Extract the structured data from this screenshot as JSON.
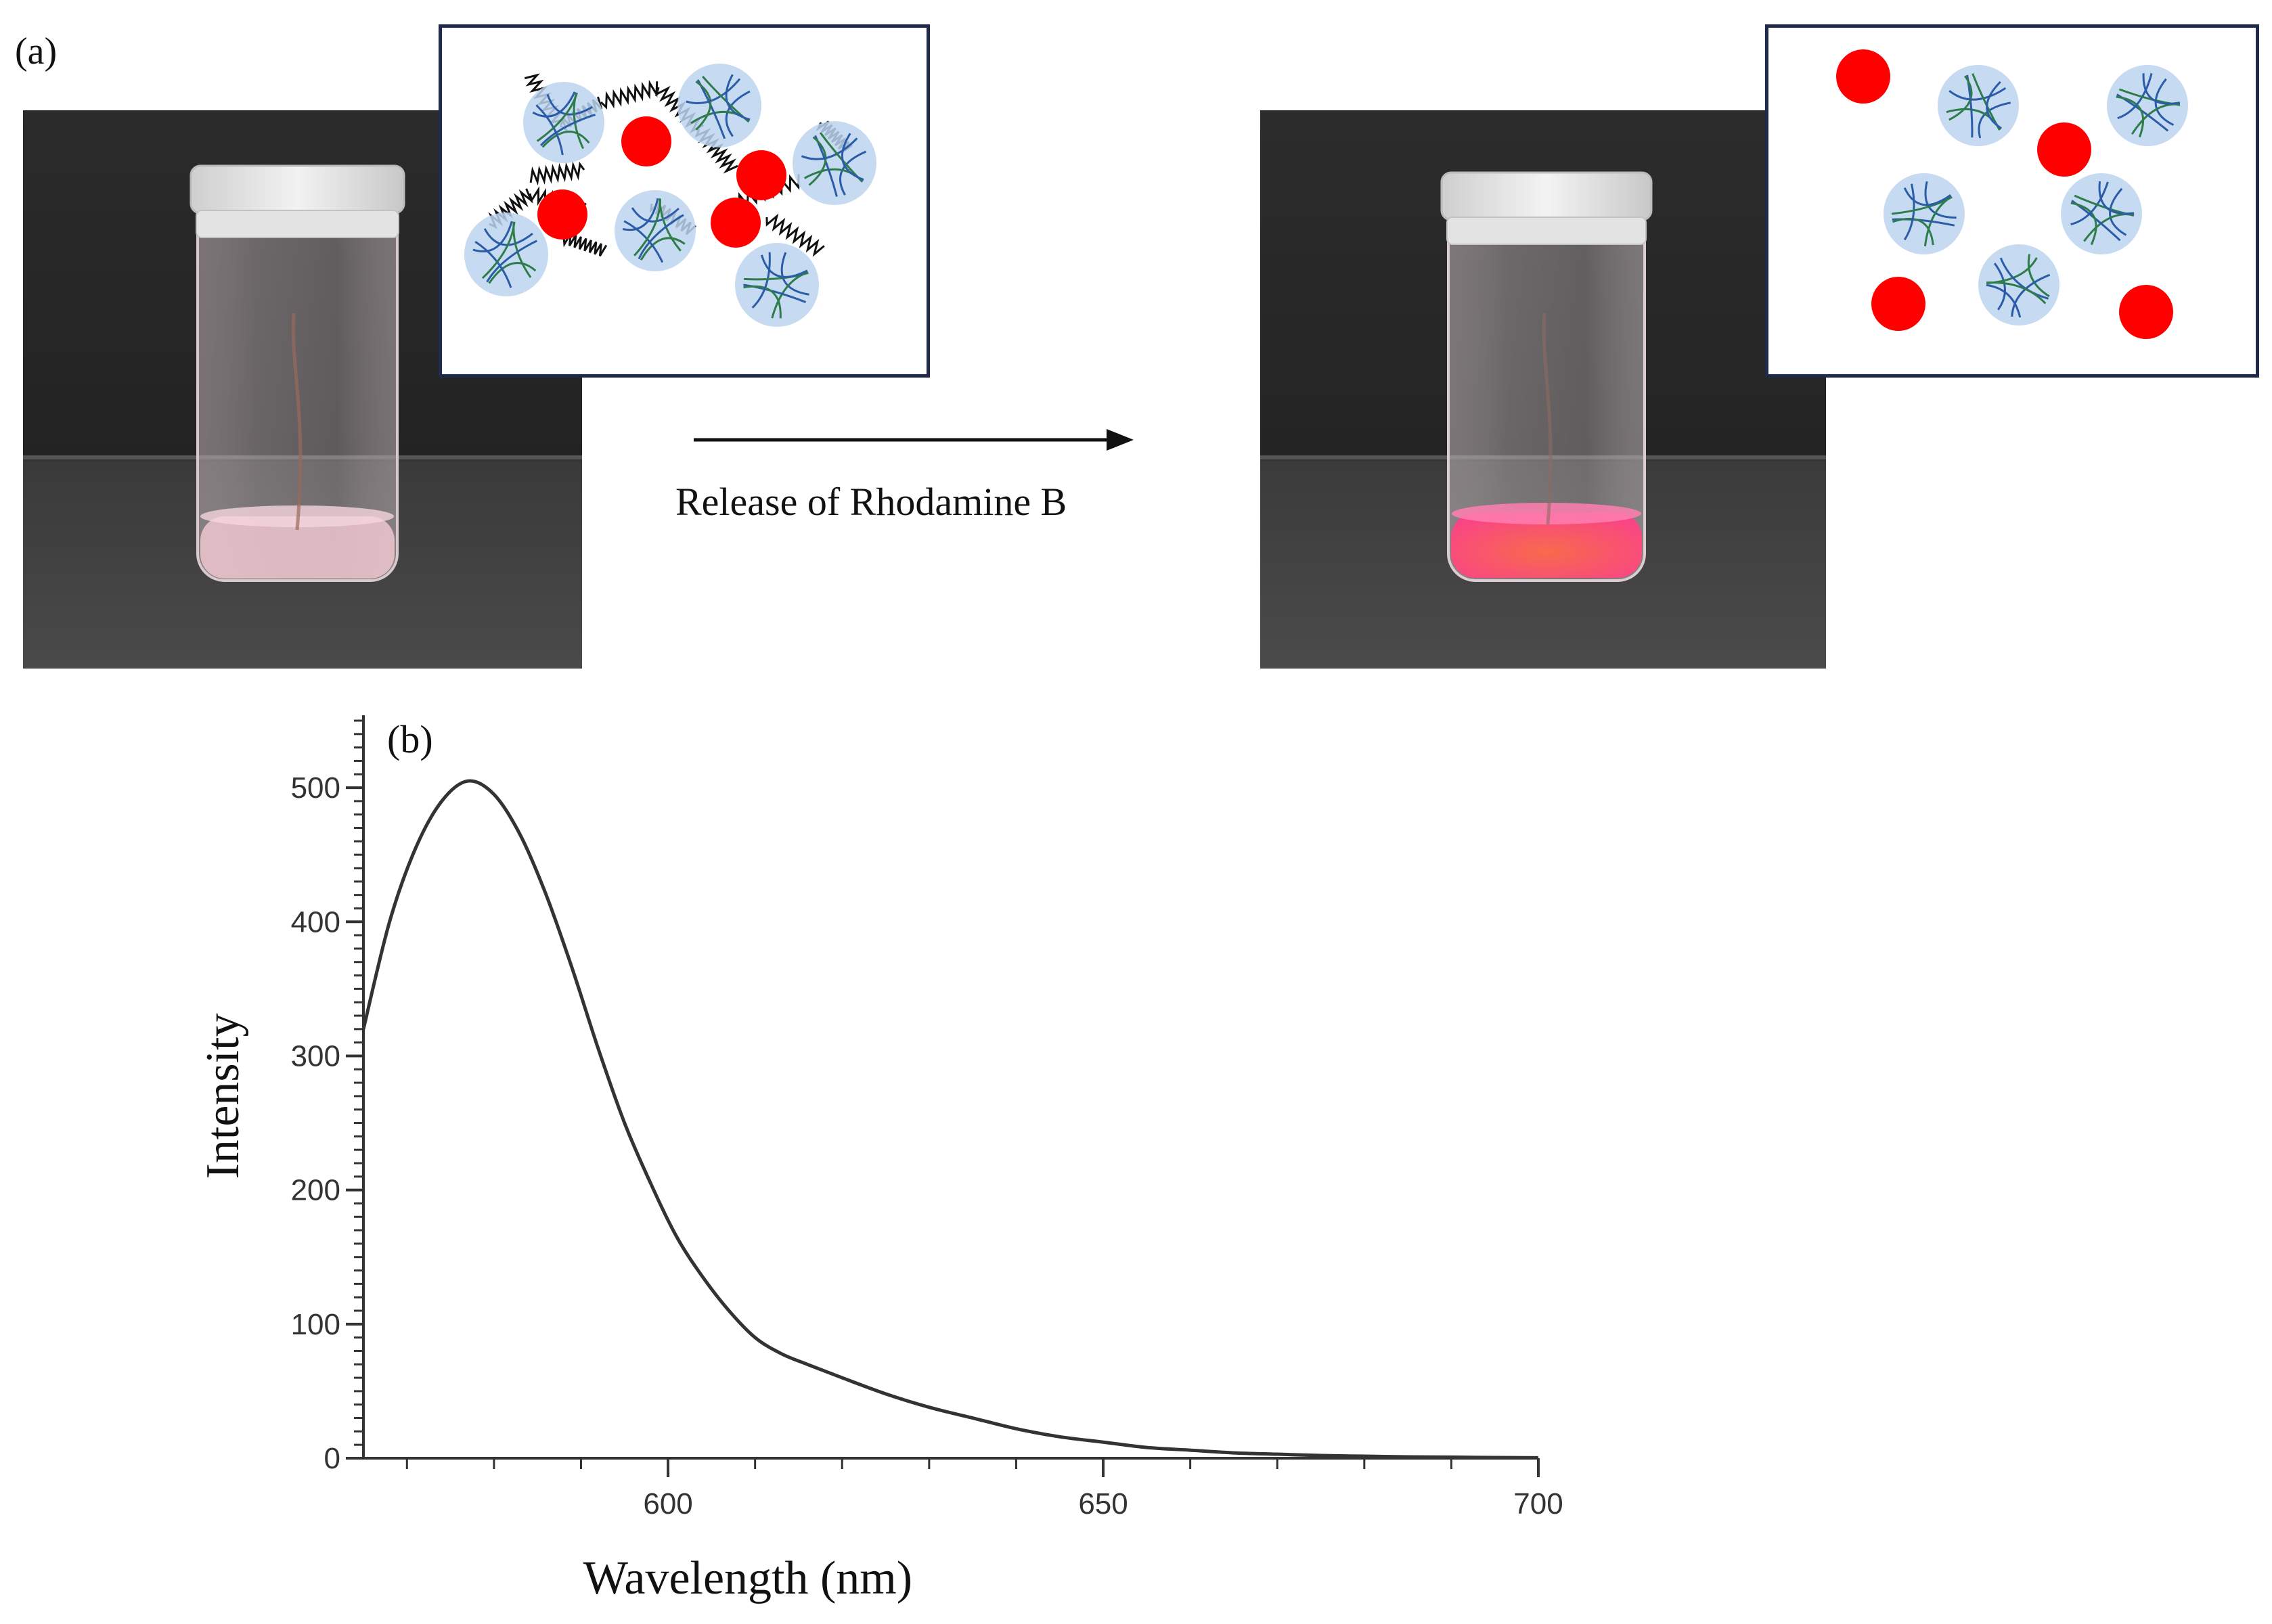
{
  "figure": {
    "panel_a": {
      "label": "(a)",
      "arrow_caption": "Release of Rhodamine B",
      "before_photo": {
        "liquid_color": "#efc7cf",
        "description_icon": "vial-pale-pink"
      },
      "after_photo": {
        "liquid_color": "#ff3d8c",
        "description_icon": "vial-bright-pink"
      },
      "dye_color": "#ff0000",
      "nanogel_color": "#bcd4ee"
    },
    "panel_b": {
      "label": "(b)"
    }
  },
  "chart_data": {
    "type": "line",
    "title": "",
    "xlabel": "Wavelength (nm)",
    "ylabel": "Intensity",
    "xlim": [
      565,
      700
    ],
    "ylim": [
      0,
      550
    ],
    "x_ticks": [
      600,
      650,
      700
    ],
    "y_ticks": [
      0,
      100,
      200,
      300,
      400,
      500
    ],
    "series": [
      {
        "x": [
          565,
          568,
          571,
          574,
          577,
          580,
          583,
          586,
          589,
          592,
          595,
          598,
          601,
          604,
          607,
          610,
          613,
          616,
          620,
          625,
          630,
          635,
          640,
          645,
          650,
          655,
          660,
          665,
          670,
          675,
          680,
          685,
          690,
          695,
          700
        ],
        "y": [
          320,
          400,
          455,
          490,
          505,
          495,
          465,
          420,
          365,
          305,
          250,
          205,
          165,
          135,
          110,
          90,
          78,
          70,
          60,
          48,
          38,
          30,
          22,
          16,
          12,
          8,
          6,
          4,
          3,
          2,
          1.5,
          1,
          0.8,
          0.5,
          0.3
        ]
      }
    ]
  }
}
